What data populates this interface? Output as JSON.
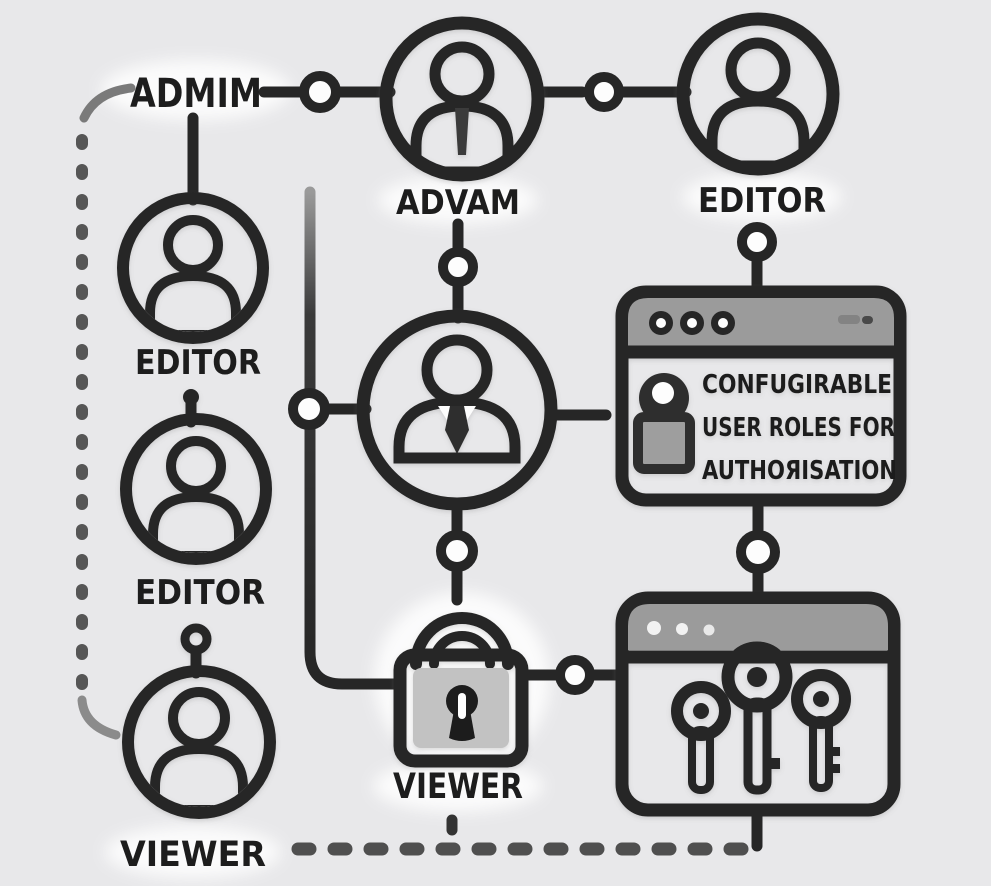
{
  "colors": {
    "background": "#e8e8ea",
    "ink": "#262626",
    "paper": "#fdfdfd",
    "grey": "#a9a9a9",
    "titlebar": "#9b9b9b",
    "lock": "#b4b4b4",
    "dash": "#565656",
    "text": "#1d1d1d"
  },
  "labels": {
    "admin": "ADMIM",
    "top_center_person": "ADVAM",
    "top_right_person": "EDITOR",
    "left_person_1": "EDITOR",
    "left_person_2": "EDITOR",
    "left_person_3": "VIEWER",
    "lock": "VIEWER"
  },
  "config_window": {
    "lines": [
      "CONFUGIRABLE",
      "USER ROLES FOR",
      "AUTHOЯISATION"
    ]
  },
  "icons": {
    "top_center_person": "user-tie-icon",
    "top_right_person": "user-icon",
    "left_person_1": "user-icon",
    "left_person_2": "user-icon",
    "left_person_3": "user-icon",
    "center_person": "business-user-icon",
    "lock": "padlock-icon",
    "config_window_badge": "lock-user-icon",
    "keys_window": "three-keys-icon",
    "window_controls": "window-dots-icon"
  }
}
